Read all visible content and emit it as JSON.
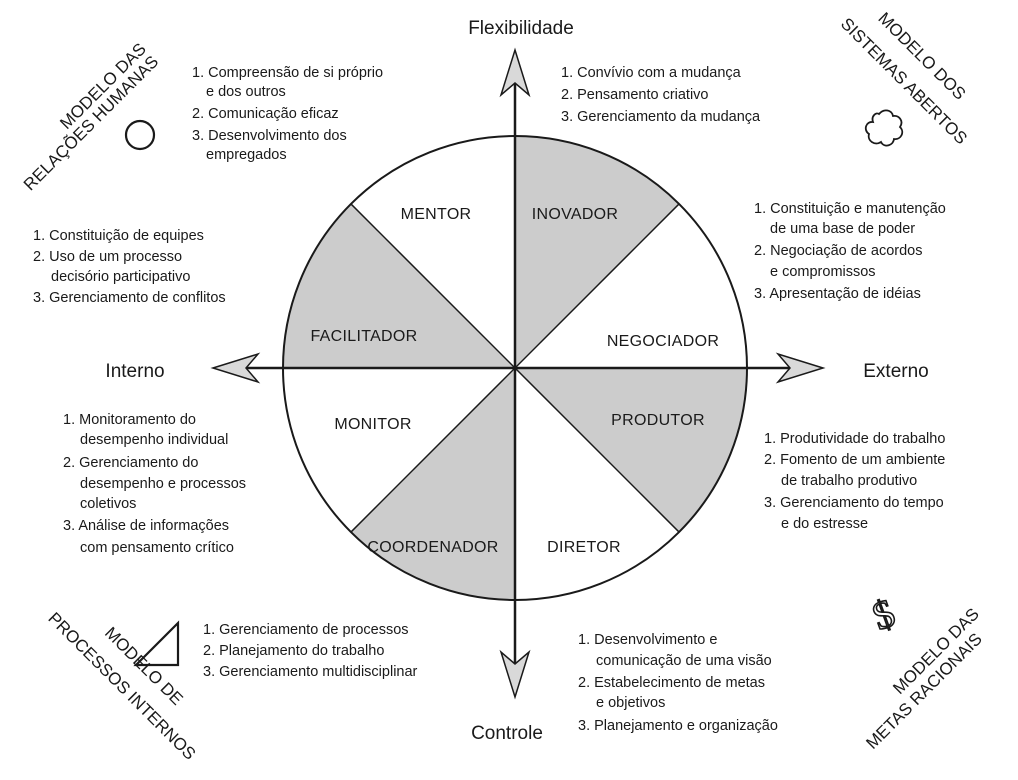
{
  "axes": {
    "top": "Flexibilidade",
    "bottom": "Controle",
    "left": "Interno",
    "right": "Externo"
  },
  "roles": {
    "mentor": "MENTOR",
    "inovador": "INOVADOR",
    "negociador": "NEGOCIADOR",
    "produtor": "PRODUTOR",
    "diretor": "DIRETOR",
    "coordenador": "COORDENADOR",
    "monitor": "MONITOR",
    "facilitador": "FACILITADOR"
  },
  "colors": {
    "shaded": "#cccccc",
    "unshaded": "#ffffff",
    "line": "#1a1a1a",
    "arrow_fill": "#d9d9d9"
  },
  "models": {
    "relacoes_humanas": {
      "line1": "MODELO DAS",
      "line2": "RELAÇÕES HUMANAS",
      "icon": "circle-icon"
    },
    "sistemas_abertos": {
      "line1": "MODELO DOS",
      "line2": "SISTEMAS ABERTOS",
      "icon": "amoeba-icon"
    },
    "processos_internos": {
      "line1": "MODELO DE",
      "line2": "PROCESSOS INTERNOS",
      "icon": "triangle-icon"
    },
    "metas_racionais": {
      "line1": "MODELO DAS",
      "line2": "METAS RACIONAIS",
      "icon": "dollar-icon"
    }
  },
  "lists": {
    "mentor": [
      "1. Compreensão de si próprio",
      "e dos outros",
      "2. Comunicação eficaz",
      "3. Desenvolvimento dos",
      "empregados"
    ],
    "inovador": [
      "1. Convívio com a mudança",
      "2. Pensamento criativo",
      "3. Gerenciamento da mudança"
    ],
    "facilitador": [
      "1. Constituição de equipes",
      "2. Uso de um processo",
      "decisório participativo",
      "3. Gerenciamento de conflitos"
    ],
    "negociador": [
      "1. Constituição e manutenção",
      "de uma base de poder",
      "2. Negociação de acordos",
      "e compromissos",
      "3. Apresentação de idéias"
    ],
    "monitor": [
      "1. Monitoramento do",
      "desempenho individual",
      "2. Gerenciamento do",
      "desempenho e processos",
      "coletivos",
      "3. Análise de informações",
      "com pensamento crítico"
    ],
    "produtor": [
      "1. Produtividade do trabalho",
      "2. Fomento de um ambiente",
      "de trabalho produtivo",
      "3. Gerenciamento do tempo",
      "e do estresse"
    ],
    "coordenador": [
      "1. Gerenciamento de processos",
      "2. Planejamento do trabalho",
      "3. Gerenciamento multidisciplinar"
    ],
    "diretor": [
      "1. Desenvolvimento e",
      "comunicação de uma visão",
      "2. Estabelecimento de metas",
      "e objetivos",
      "3. Planejamento e organização"
    ]
  }
}
